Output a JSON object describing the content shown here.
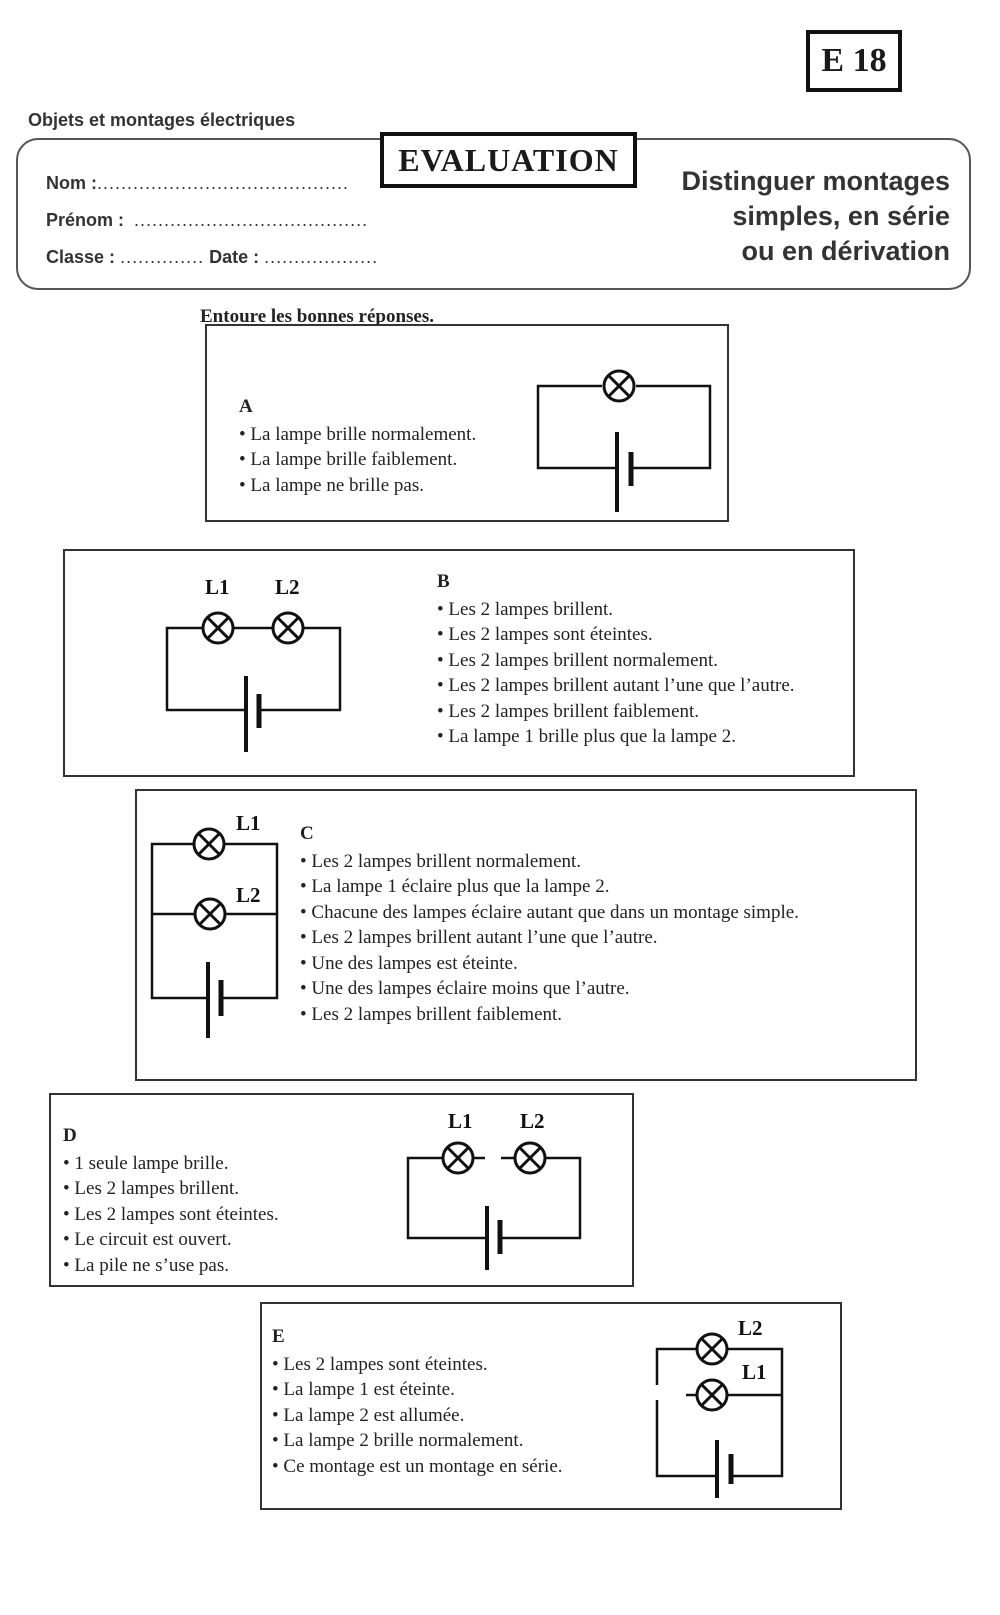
{
  "code": "E 18",
  "subject": "Objets et montages électriques",
  "evaluation_title": "EVALUATION",
  "fields": {
    "nom_label": "Nom :",
    "nom_dots": "..........................................",
    "prenom_label": "Prénom :",
    "prenom_dots": ".......................................",
    "classe_label": "Classe :",
    "classe_dots": "..............",
    "date_label": "Date :",
    "date_dots": "..................."
  },
  "objective": {
    "line1": "Distinguer montages",
    "line2": "simples, en série",
    "line3": "ou en dérivation"
  },
  "instruction": "Entoure les bonnes réponses.",
  "questions": [
    {
      "letter": "A",
      "options": [
        "La lampe brille normalement.",
        "La lampe brille faiblement.",
        "La lampe ne brille pas."
      ]
    },
    {
      "letter": "B",
      "lamp_labels": [
        "L1",
        "L2"
      ],
      "options": [
        "Les 2 lampes brillent.",
        "Les 2 lampes sont éteintes.",
        "Les 2 lampes brillent normalement.",
        "Les 2 lampes brillent autant l’une que l’autre.",
        "Les 2 lampes brillent faiblement.",
        "La lampe 1 brille plus que la lampe 2."
      ]
    },
    {
      "letter": "C",
      "lamp_labels": [
        "L1",
        "L2"
      ],
      "options": [
        "Les 2 lampes brillent normalement.",
        "La lampe 1 éclaire plus que la lampe 2.",
        "Chacune des lampes éclaire autant que dans un montage simple.",
        "Les 2 lampes brillent autant l’une que l’autre.",
        "Une des lampes est éteinte.",
        "Une des lampes éclaire moins que l’autre.",
        "Les 2 lampes brillent faiblement."
      ]
    },
    {
      "letter": "D",
      "lamp_labels": [
        "L1",
        "L2"
      ],
      "options": [
        "1 seule lampe brille.",
        "Les 2 lampes brillent.",
        "Les 2 lampes sont éteintes.",
        "Le circuit est ouvert.",
        "La pile ne s’use pas."
      ]
    },
    {
      "letter": "E",
      "lamp_labels": [
        "L2",
        "L1"
      ],
      "options": [
        "Les 2 lampes sont éteintes.",
        "La lampe 1 est éteinte.",
        "La lampe 2 est allumée.",
        "La lampe 2 brille normalement.",
        "Ce montage est un montage en série."
      ]
    }
  ],
  "icons": {
    "lamp": "lamp-symbol-icon",
    "battery": "battery-symbol-icon"
  },
  "colors": {
    "ink": "#1a1a1a",
    "frame": "#333333",
    "paper": "#ffffff"
  }
}
